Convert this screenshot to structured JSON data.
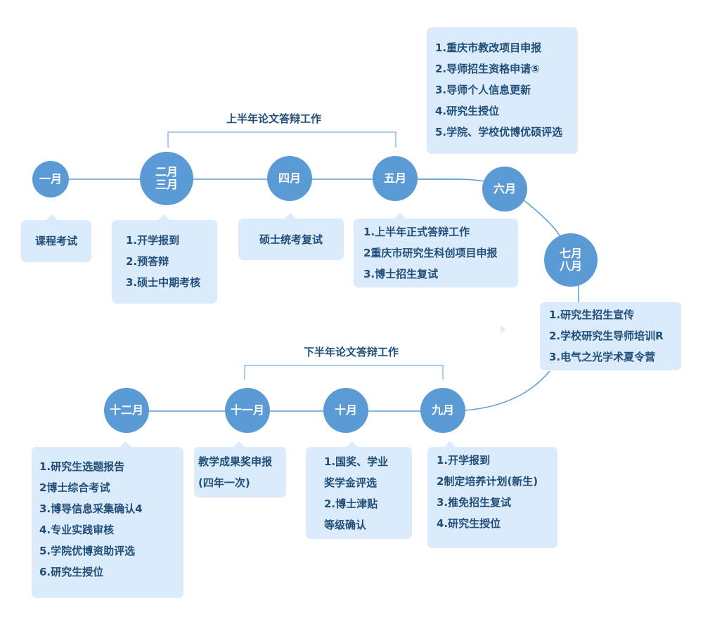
{
  "colors": {
    "node": "#5b9bd5",
    "box": "#dcebfb",
    "text": "#1f4e79",
    "line": "#5b9bd5",
    "bracket": "#5b9bd5"
  },
  "brackets": {
    "top": "上半年论文答辩工作",
    "bottom": "下半年论文答辩工作"
  },
  "months": {
    "jan": "一月",
    "feb_mar": "二月\n三月",
    "apr": "四月",
    "may": "五月",
    "jun": "六月",
    "jul_aug": "七月\n八月",
    "sep": "九月",
    "oct": "十月",
    "nov": "十一月",
    "dec": "十二月"
  },
  "tasks": {
    "jan": [
      "课程考试"
    ],
    "feb_mar": [
      "1.开学报到",
      "2.预答辩",
      "3.硕士中期考核"
    ],
    "apr": [
      "硕士统考复试"
    ],
    "may": [
      "1.上半年正式答辩工作",
      "2重庆市研究生科创项目申报",
      "3.博士招生复试"
    ],
    "jun": [
      "1.重庆市教改项目申报",
      "2.导师招生资格申请⑤",
      "3.导师个人信息更新",
      "4.研究生授位",
      "5.学院、学校优博优硕评选"
    ],
    "jul_aug": [
      "1.研究生招生宣传",
      "2.学校研究生导师培训R",
      "3.电气之光学术夏令营"
    ],
    "sep": [
      "1.开学报到",
      "2制定培养计划(新生)",
      "3.推免招生复试",
      "4.研究生授位"
    ],
    "oct": [
      "1.国奖、学业",
      "奖学金评选",
      "2.博士津贴",
      "等级确认"
    ],
    "nov": [
      "教学成果奖申报",
      "(四年一次)"
    ],
    "dec": [
      "1.研究生选题报告",
      "2博士综合考试",
      "3.博导信息采集确认4",
      "4.专业实践审核",
      "5.学院优博资助评选",
      "6.研究生授位"
    ]
  }
}
